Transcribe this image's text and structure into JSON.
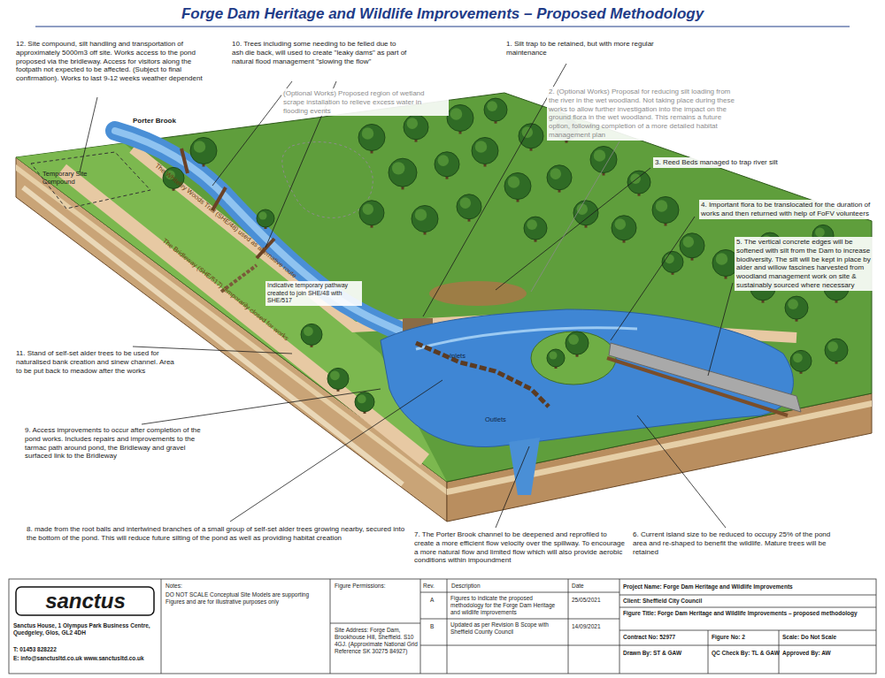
{
  "diagram": {
    "title": "Forge Dam Heritage and Wildlife Improvements – Proposed Methodology",
    "labels": [
      "12. Site compound, silt handling and transportation of approximately 5000m3 off site. Works access to the pond proposed via the bridleway. Access for visitors along the footpath not expected to be affected. (Subject to final confirmation). Works to last 9-12 weeks weather dependent",
      "10. Trees including some needing to be felled due to ash die back, will used to create \"leaky dams\" as part of natural flood management \"slowing the flow\"",
      "1. Silt trap to be retained, but with more regular maintenance",
      "(Optional Works) Proposed region of wetland scrape installation to relieve excess water in flooding events",
      "2. (Optional Works) Proposal for reducing silt loading from the river in the wet woodland. Not taking place during these works to allow further investigation into the impact on the ground flora in the wet woodland. This remains a future option, following completion of a more detailed habitat management plan",
      "3. Reed Beds managed to trap river silt",
      "4. Important flora to be translocated for the duration of works and then returned with help of FoFV volunteers",
      "5. The vertical concrete edges will be softened with silt from the Dam to increase biodiversity. The silt will be kept in place by alder and willow fascines harvested from woodland management work on site & sustainably sourced where necessary",
      "Porter Brook",
      "Temporary Site Compound",
      "The Whiteley Woods Trail (SHE/48) used as alternative route",
      "The Bridleway (SHE/517) temporarily closed for works",
      "Indicative temporary pathway created to join SHE/48 with SHE/517",
      "Inlets",
      "Outlets",
      "11. Stand of self-set alder trees to be used for naturalised bank creation and sinew channel. Area to be put back to meadow after the works",
      "9. Access improvements to occur after completion of the pond works. Includes repairs and improvements to the tarmac path around pond, the Bridleway and gravel surfaced link to the Bridleway",
      "8. made from the root balls and intertwined branches of a small group of self-set alder trees growing nearby, secured into the bottom of the pond. This will reduce future silting of the pond as well as providing habitat creation",
      "7. The Porter Brook channel to be deepened and reprofiled to create a more efficient flow velocity over the spillway. To encourage a more natural flow and limited flow which will also provide aerobic conditions within impoundment",
      "6. Current island size to be reduced to occupy 25% of the pond area and re-shaped to benefit the wildlife. Mature trees will be retained",
      "sanctus",
      "Sanctus House, 1 Olympus Park Business Centre, Quedgeley, Glos, GL2 4DH",
      "T: 01453 828222",
      "E: info@sanctusltd.co.uk www.sanctusltd.co.uk",
      "Notes:",
      "DO NOT SCALE Conceptual Site Models are supporting Figures and are for illustrative purposes only",
      "Figure Permissions:",
      "Site Address: Forge Dam, Brookhouse Hill, Sheffield. S10 4GJ. (Approximate National Grid Reference SK 30275 84927)",
      "Rev.",
      "Description",
      "Date",
      "A",
      "Figures to indicate the proposed methodology for the Forge Dam Heritage and wildlife improvements",
      "25/05/2021",
      "B",
      "Updated as per Revision B Scope with Sheffield County Council",
      "14/09/2021",
      "Project Name: Forge Dam Heritage and Wildlife Improvements",
      "Client: Sheffield City Council",
      "Figure Title: Forge Dam Heritage and Wildlife Improvements – proposed methodology",
      "Contract No: 52977",
      "Figure No: 2",
      "Scale: Do Not Scale",
      "Drawn By: ST & GAW",
      "QC Check By: TL & GAW",
      "Approved By: AW"
    ]
  }
}
